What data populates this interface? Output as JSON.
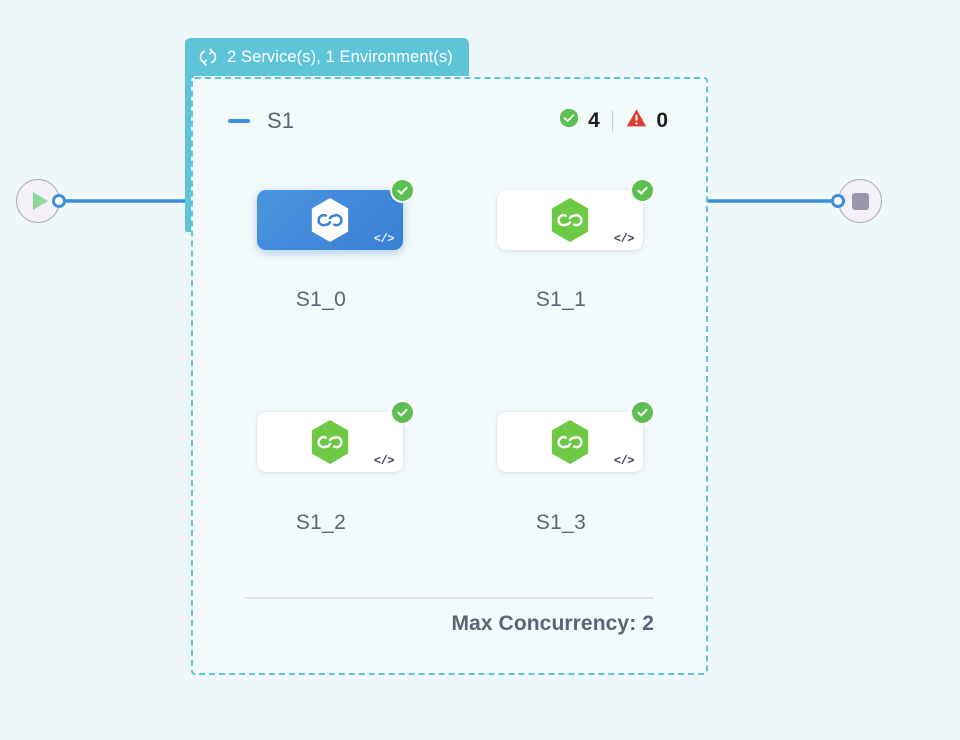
{
  "canvas": {
    "background_color": "#eef7fa"
  },
  "start_node": {
    "name": "start-node",
    "icon": "play-icon",
    "icon_color": "#8ed89a"
  },
  "end_node": {
    "name": "end-node",
    "icon": "stop-icon",
    "icon_color": "#9a97ab"
  },
  "edges": {
    "color": "#3d8fdb",
    "handle_color": "#3d8fdb"
  },
  "group": {
    "tab": {
      "icon": "loop-icon",
      "label": "2 Service(s), 1 Environment(s)",
      "background_color": "#5ec4d8",
      "text_color": "#ffffff"
    },
    "border_color": "#5ec4d8",
    "section": {
      "collapse_icon": "minus-icon",
      "title": "S1",
      "success": {
        "icon": "check-circle-icon",
        "count": "4",
        "color": "#5cbf51"
      },
      "warning": {
        "icon": "warning-triangle-icon",
        "count": "0",
        "color": "#e03b32"
      }
    },
    "nodes": [
      {
        "label": "S1_0",
        "icon": "service-hexagon-icon",
        "status_icon": "check-circle-icon",
        "code_glyph": "</>",
        "selected": true
      },
      {
        "label": "S1_1",
        "icon": "service-hexagon-icon",
        "status_icon": "check-circle-icon",
        "code_glyph": "</>",
        "selected": false
      },
      {
        "label": "S1_2",
        "icon": "service-hexagon-icon",
        "status_icon": "check-circle-icon",
        "code_glyph": "</>",
        "selected": false
      },
      {
        "label": "S1_3",
        "icon": "service-hexagon-icon",
        "status_icon": "check-circle-icon",
        "code_glyph": "</>",
        "selected": false
      }
    ],
    "footer": {
      "text": "Max Concurrency: 2"
    }
  }
}
